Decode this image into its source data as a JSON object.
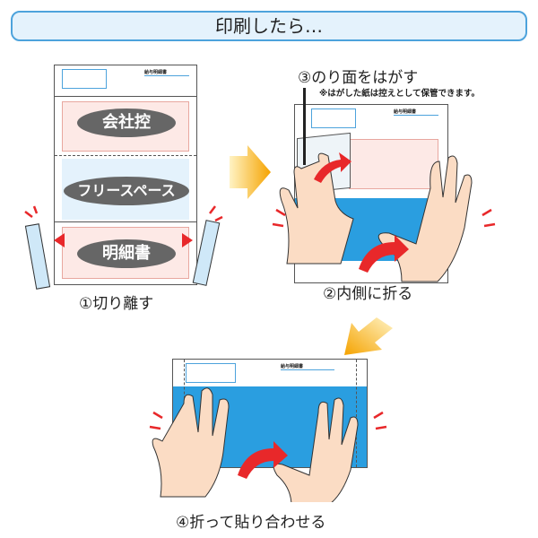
{
  "title": "印刷したら…",
  "doc_header": "給与明細書",
  "sections": {
    "company_copy": "会社控",
    "free_space": "フリースペース",
    "statement": "明細書"
  },
  "steps": [
    {
      "label": "①切り離す"
    },
    {
      "label": "②内側に折る"
    },
    {
      "label": "③のり面をはがす",
      "note": "※はがした紙は控えとして保管できます。"
    },
    {
      "label": "④折って貼り合わせる"
    }
  ],
  "colors": {
    "accent": "#4da3dc",
    "blue_sheet": "#2a9ee0",
    "arrow": "#e8282a",
    "flow_arrow": "#f5b027"
  }
}
